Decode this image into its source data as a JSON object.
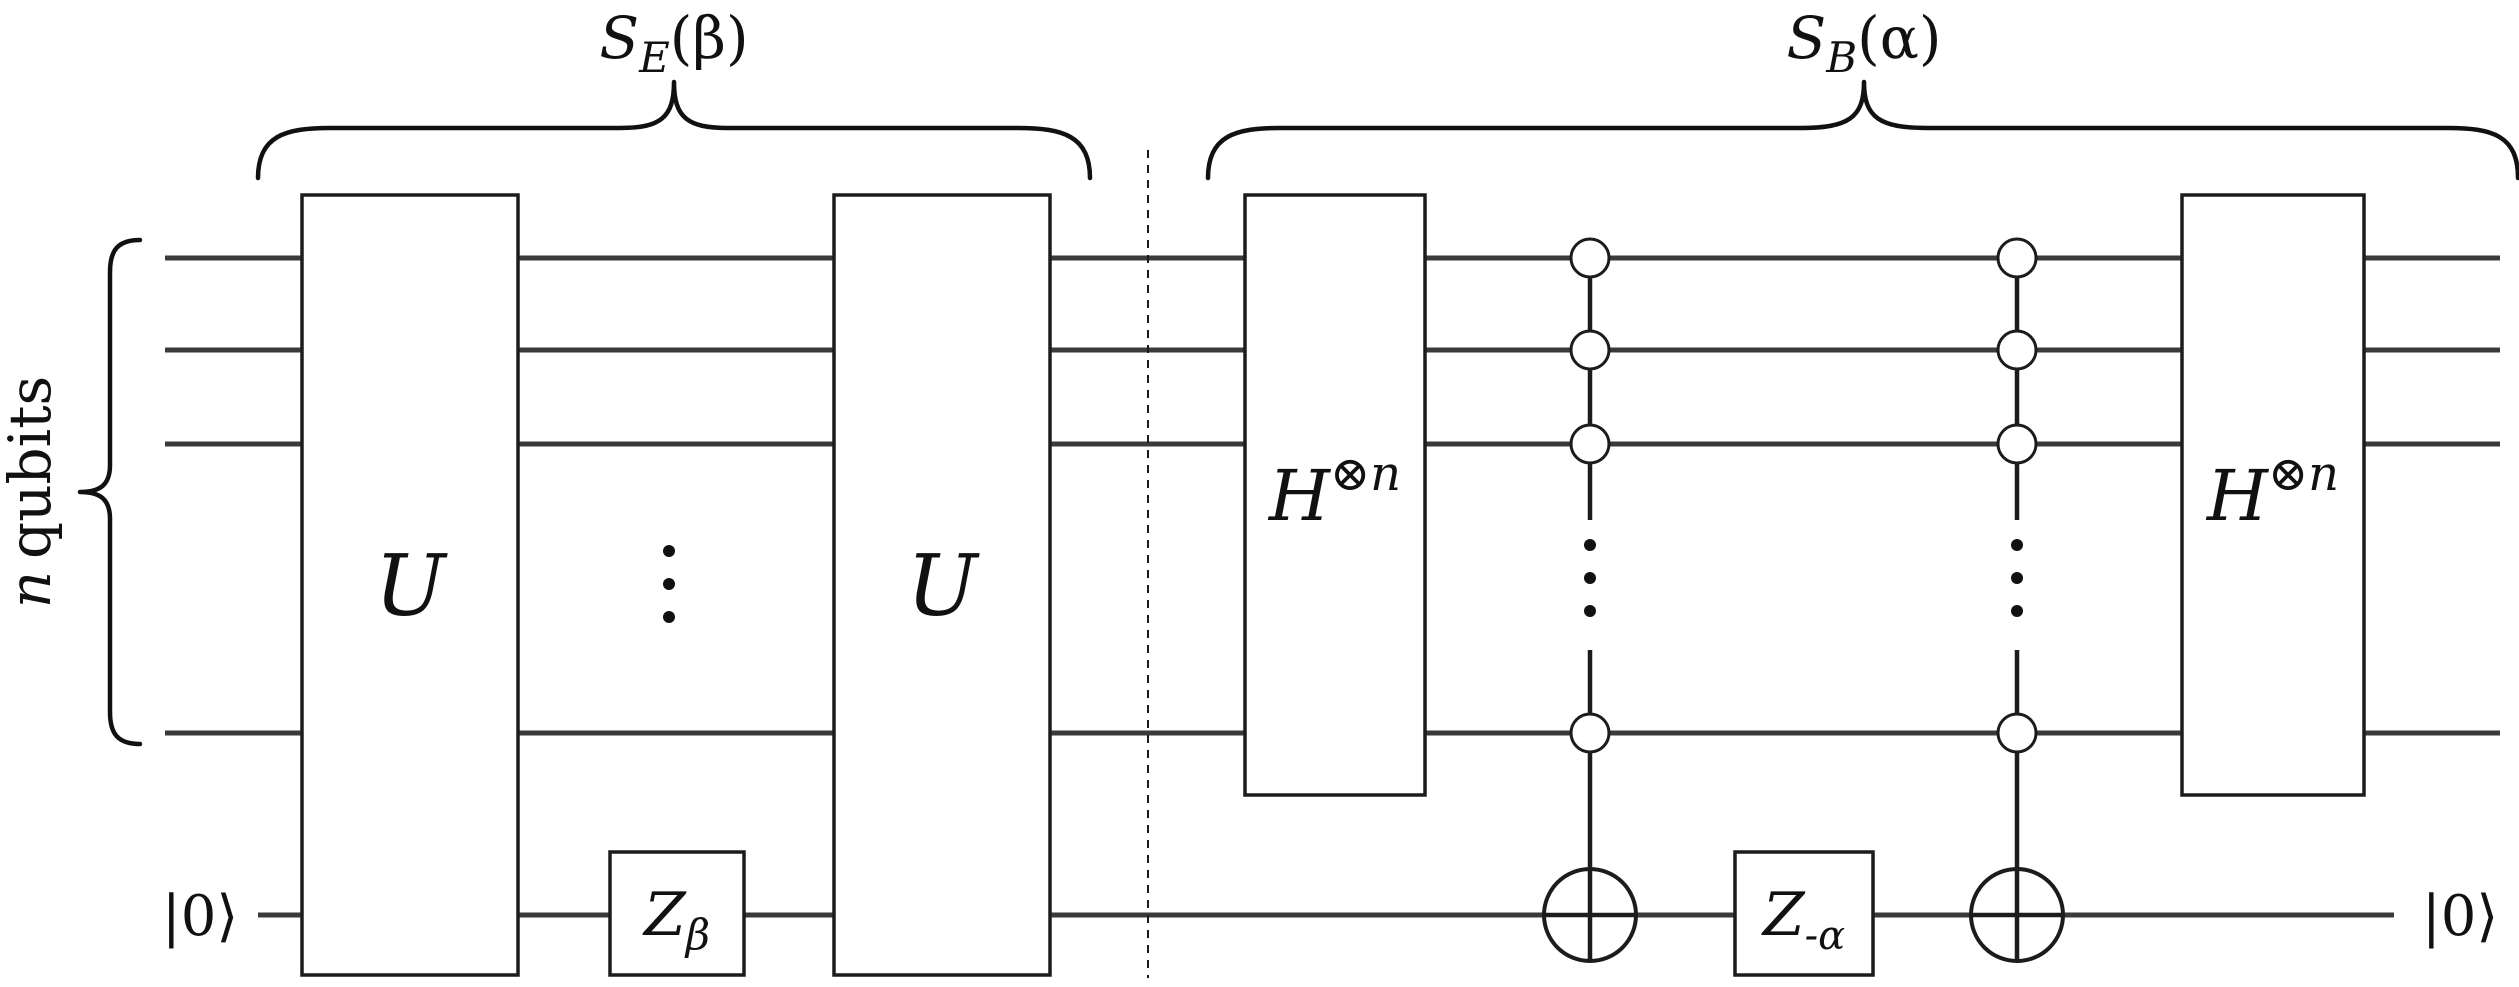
{
  "braces": {
    "se": "S",
    "se_sub": "E",
    "se_arg": "(β)",
    "sb": "S",
    "sb_sub": "B",
    "sb_arg": "(α)",
    "qubits_var": "n",
    "qubits_word": "qubits"
  },
  "gates": {
    "u1": "U",
    "u2": "U",
    "h1_base": "H",
    "h1_sup": "⊗n",
    "h2_base": "H",
    "h2_sup": "⊗n",
    "zb_base": "Z",
    "zb_sub": "β",
    "za_base": "Z",
    "za_sub": "-α"
  },
  "ancilla": {
    "input": "|0⟩",
    "output": "|0⟩"
  }
}
